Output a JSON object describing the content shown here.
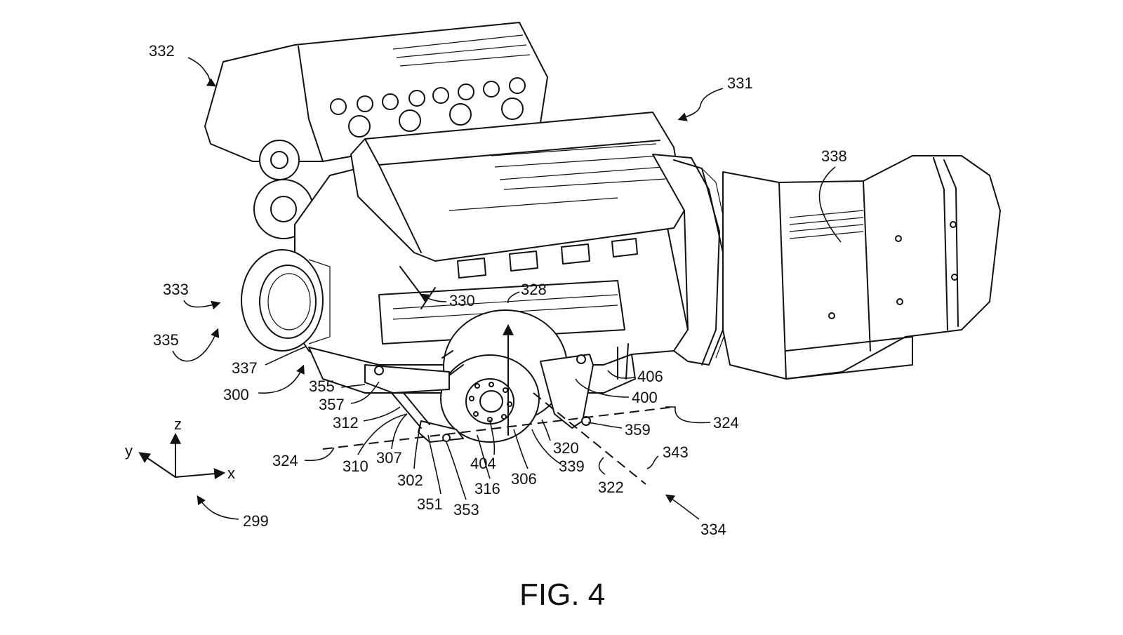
{
  "figure": {
    "caption": "FIG. 4",
    "labels": [
      "332",
      "331",
      "338",
      "333",
      "335",
      "330",
      "328",
      "337",
      "300",
      "355",
      "357",
      "312",
      "324",
      "310",
      "307",
      "302",
      "351",
      "353",
      "316",
      "404",
      "306",
      "339",
      "320",
      "359",
      "406",
      "400",
      "343",
      "322",
      "334",
      "299"
    ],
    "axes": {
      "z": "z",
      "y": "y",
      "x": "x"
    }
  }
}
